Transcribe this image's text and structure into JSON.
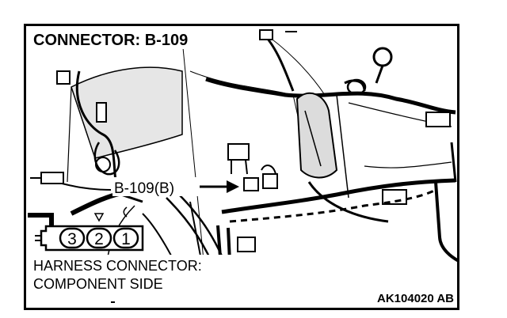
{
  "diagram": {
    "title": "CONNECTOR: B-109",
    "callout": "B-109(B)",
    "connector_pins": [
      "3",
      "2",
      "1"
    ],
    "caption_line1": "HARNESS CONNECTOR:",
    "caption_line2": "COMPONENT SIDE",
    "figure_code": "AK104020 AB"
  }
}
